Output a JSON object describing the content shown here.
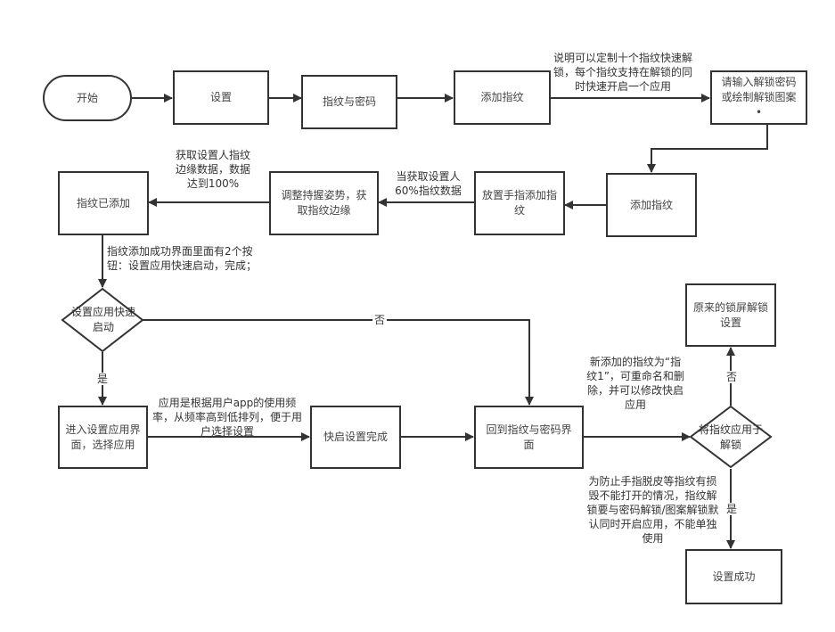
{
  "colors": {
    "stroke": "#333333",
    "background": "#ffffff",
    "text": "#444444"
  },
  "nodes": {
    "start": "开始",
    "settings": "设置",
    "fingerprint_password": "指纹与密码",
    "add_fingerprint_1": "添加指纹",
    "enter_password": "请输入解锁密码或绘制解锁图案 •",
    "add_fingerprint_2": "添加指纹",
    "place_finger": "放置手指添加指纹",
    "adjust_grip": "调整持握姿势，获取指纹边缘",
    "fingerprint_added": "指纹已添加",
    "decision_quick_launch": "设置应用快速启动",
    "enter_app_settings": "进入设置应用界面，选择应用",
    "quick_launch_done": "快启设置完成",
    "back_to_fp_password": "回到指纹与密码界面",
    "decision_unlock": "将指纹应用于解锁",
    "original_lock": "原来的锁屏解锁设置",
    "setup_success": "设置成功"
  },
  "notes": {
    "ten_fingerprints": "说明可以定制十个指纹快速解锁，每个指纹支持在解锁的同时快速开启一个应用",
    "edge_data": "获取设置人指纹边缘数据，数据达到100%",
    "sixty_percent": "当获取设置人60%指纹数据",
    "two_buttons": "指纹添加成功界面里面有2个按钮：设置应用快速启动，完成；",
    "app_order": "应用是根据用户app的使用频率，从频率高到低排列，便于用户选择设置",
    "rename": "新添加的指纹为“指纹1”，可重命名和删除，并可以修改快启应用",
    "prevent_damage": "为防止手指脱皮等指纹有损毁不能打开的情况，指纹解锁要与密码解锁/图案解锁默认同时开启应用，不能单独使用"
  },
  "edge_labels": {
    "no_quick_launch": "否",
    "yes_quick_launch": "是",
    "no_unlock": "否",
    "yes_unlock": "是"
  }
}
